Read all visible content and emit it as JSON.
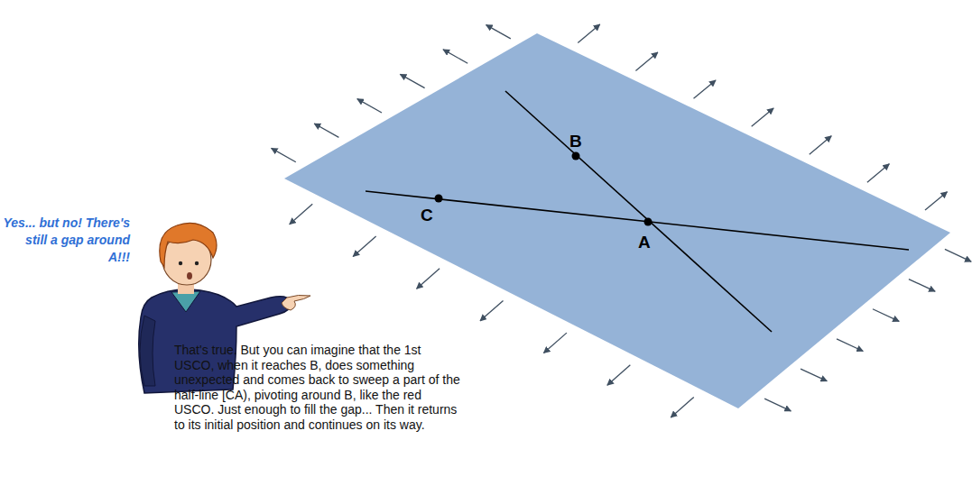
{
  "diagram": {
    "labels": [
      "B",
      "C",
      "A",
      "Yes... but no! There's still a gap around A!!!",
      "That's true. But you can imagine that the 1st USCO, when it reaches B, does something unexpected and comes back to sweep a part of the half-line [CA), pivoting around B, like the red USCO. Just enough to fill the gap... Then it returns to its initial position and continues on its way."
    ]
  }
}
